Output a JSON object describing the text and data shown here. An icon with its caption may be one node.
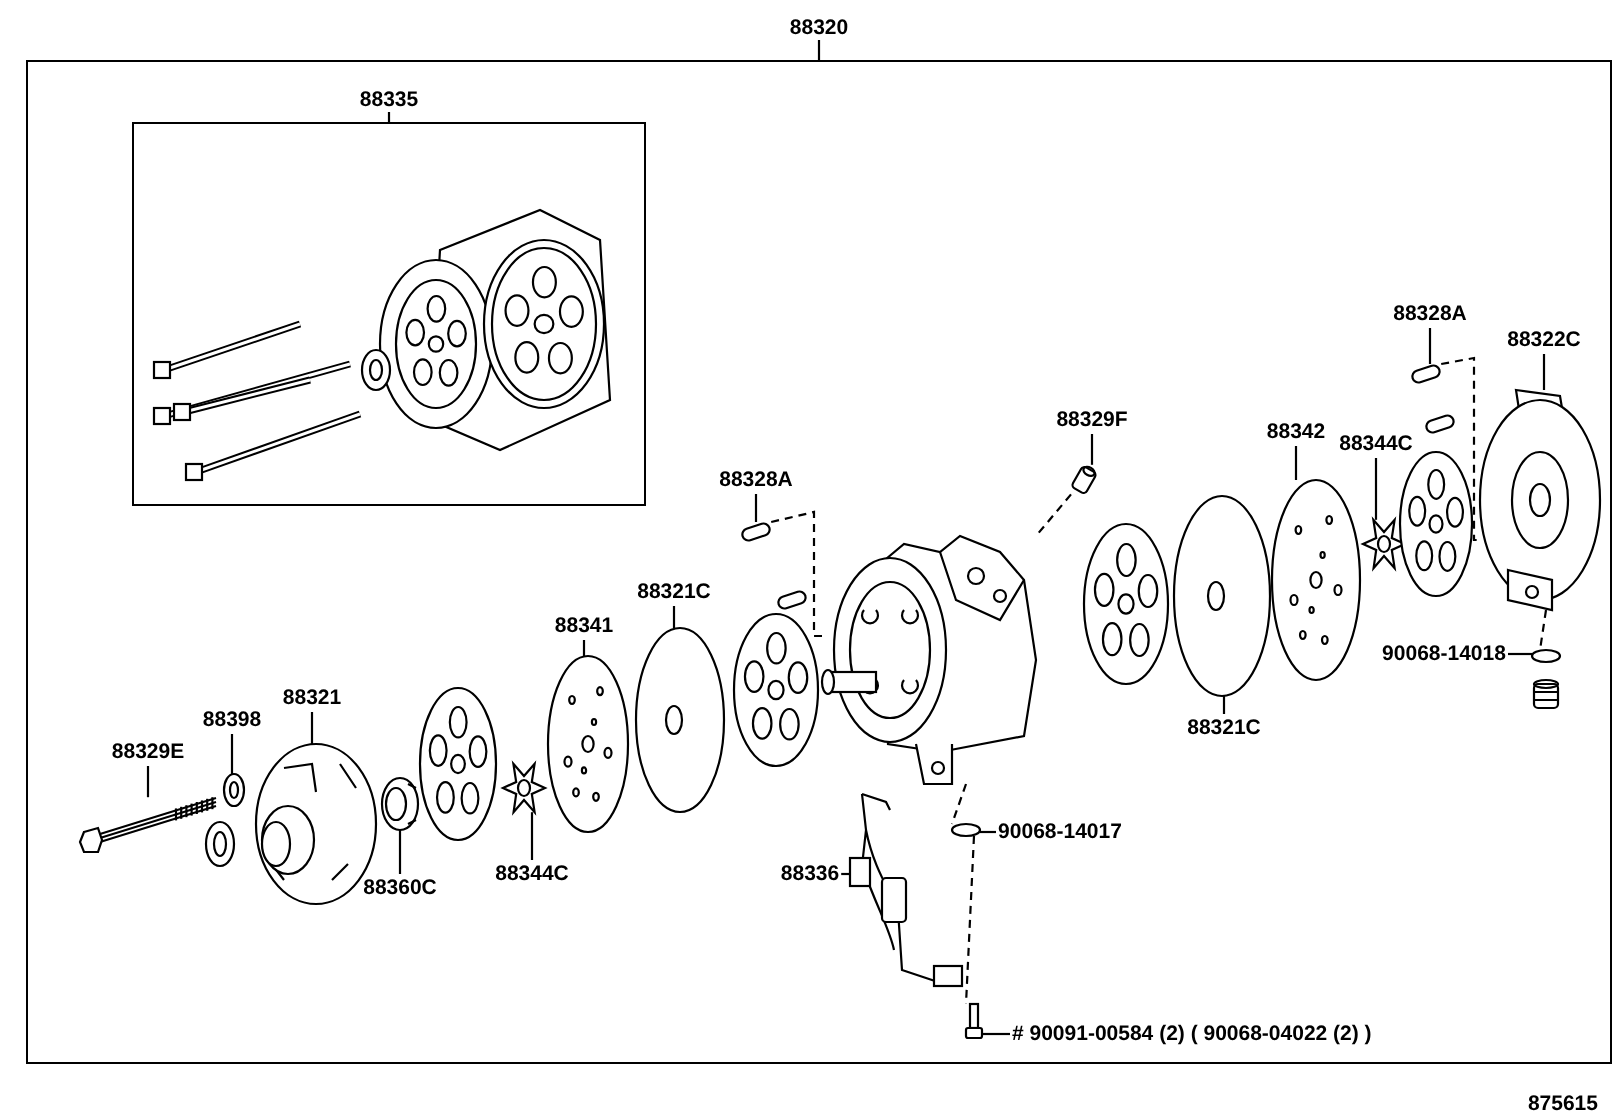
{
  "diagram": {
    "nodes": [
      {
        "text": [
          "88320"
        ]
      },
      {
        "text": [
          "88335"
        ],
        "in": 0
      },
      {
        "text": [
          "88328A"
        ],
        "in": 0
      },
      {
        "text": [
          "88322C"
        ],
        "in": 0
      },
      {
        "text": [
          "88329F"
        ],
        "in": 0
      },
      {
        "text": [
          "88342"
        ],
        "in": 0
      },
      {
        "text": [
          "88344C"
        ],
        "in": 0
      },
      {
        "text": [
          "88328A"
        ],
        "in": 0
      },
      {
        "text": [
          "88321C"
        ],
        "in": 0
      },
      {
        "text": [
          "88341"
        ],
        "in": 0
      },
      {
        "text": [
          "88398"
        ],
        "in": 0
      },
      {
        "text": [
          "88321"
        ],
        "in": 0
      },
      {
        "text": [
          "90068-14018"
        ],
        "in": 0
      },
      {
        "text": [
          "88321C"
        ],
        "in": 0
      },
      {
        "text": [
          "88329E"
        ],
        "in": 0
      },
      {
        "text": [
          "90068-14017"
        ],
        "in": 0
      },
      {
        "text": [
          "88344C"
        ],
        "in": 0
      },
      {
        "text": [
          "88360C"
        ],
        "in": 0
      },
      {
        "text": [
          "88336"
        ],
        "in": 0
      },
      {
        "text": [
          "# 90091-00584 (2) ( 90068-04022 (2) )"
        ],
        "in": 0
      },
      {
        "text": [],
        "shape": "box",
        "in": 0
      },
      {
        "text": [],
        "shape": "picture",
        "in": 0
      },
      {
        "text": [],
        "shape": "picture",
        "in": 0
      },
      {
        "text": [],
        "shape": "picture",
        "in": 0
      },
      {
        "text": [],
        "shape": "picture",
        "in": 0
      },
      {
        "text": [],
        "shape": "box",
        "in": 0
      },
      {
        "text": [],
        "shape": "picture",
        "in": 0
      },
      {
        "text": [],
        "shape": "picture",
        "in": 0
      },
      {
        "text": [],
        "shape": "picture",
        "in": 0
      },
      {
        "text": [],
        "shape": "picture",
        "in": 0
      },
      {
        "text": [],
        "shape": "circle",
        "in": 0
      },
      {
        "text": [],
        "shape": "picture",
        "in": 0
      },
      {
        "text": [],
        "shape": "picture",
        "in": 0
      },
      {
        "text": [],
        "shape": "circle",
        "in": 0
      },
      {
        "text": [],
        "shape": "picture",
        "in": 0
      },
      {
        "text": [],
        "shape": "picture",
        "in": 0
      },
      {
        "text": [],
        "shape": "picture",
        "in": 0
      },
      {
        "text": [],
        "shape": "picture",
        "in": 0
      },
      {
        "text": [],
        "shape": "picture",
        "in": 0
      }
    ],
    "edges": [
      {
        "from": 2,
        "to": 20,
        "arrow": "none"
      },
      {
        "from": 3,
        "to": 21,
        "arrow": "none"
      },
      {
        "from": 4,
        "to": 22,
        "arrow": "none"
      },
      {
        "from": 5,
        "to": 23,
        "arrow": "none"
      },
      {
        "from": 6,
        "to": 24,
        "arrow": "none"
      },
      {
        "from": 7,
        "to": 25,
        "arrow": "none"
      },
      {
        "from": 8,
        "to": 26,
        "arrow": "none"
      },
      {
        "from": 9,
        "to": 27,
        "arrow": "none"
      },
      {
        "from": 10,
        "to": 28,
        "arrow": "none"
      },
      {
        "from": 11,
        "to": 29,
        "arrow": "none"
      },
      {
        "from": 12,
        "to": 30,
        "arrow": "none"
      },
      {
        "from": 13,
        "to": 31,
        "arrow": "none"
      },
      {
        "from": 14,
        "to": 32,
        "arrow": "none"
      },
      {
        "from": 15,
        "to": 33,
        "arrow": "none"
      },
      {
        "from": 16,
        "to": 34,
        "arrow": "none"
      },
      {
        "from": 17,
        "to": 35,
        "arrow": "none"
      },
      {
        "from": 18,
        "to": 36,
        "arrow": "none"
      },
      {
        "from": 19,
        "to": 37,
        "arrow": "none"
      },
      {
        "from": 20,
        "to": 21,
        "arrow": "none",
        "style": "dashed"
      },
      {
        "from": 21,
        "to": 30,
        "arrow": "none",
        "style": "dashed"
      },
      {
        "from": 25,
        "to": 38,
        "arrow": "none",
        "style": "dashed"
      },
      {
        "from": 22,
        "to": 38,
        "arrow": "none",
        "style": "dashed"
      },
      {
        "from": 38,
        "to": 33,
        "arrow": "none",
        "style": "dashed"
      },
      {
        "from": 33,
        "to": 37,
        "arrow": "none",
        "style": "dashed"
      }
    ],
    "labels": [
      "875615"
    ]
  }
}
